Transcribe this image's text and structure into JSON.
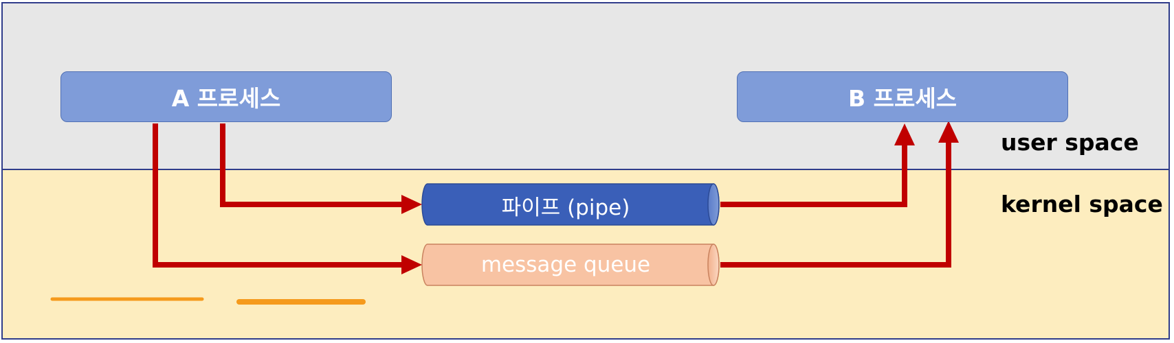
{
  "zones": {
    "user_label": "user space",
    "kernel_label": "kernel space"
  },
  "processes": {
    "a_label": "A 프로세스",
    "b_label": "B 프로세스"
  },
  "channels": {
    "pipe_label": "파이프 (pipe)",
    "queue_label": "message queue"
  },
  "colors": {
    "user_space_bg": "#e7e7e7",
    "kernel_space_bg": "#fdedbf",
    "process_box": "#7f9cd9",
    "pipe_fill": "#3a5fb8",
    "queue_fill": "#f8c3a3",
    "arrow": "#c00000",
    "accent_line": "#f59a1c"
  }
}
